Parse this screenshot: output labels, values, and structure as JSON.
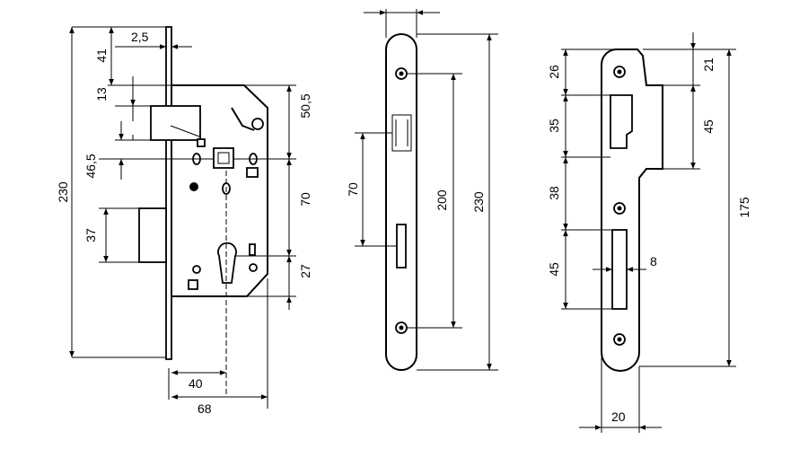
{
  "views": {
    "lock_body": {
      "dims": {
        "faceplate_thickness": "2,5",
        "top_to_latch": "41",
        "latch_height": "13",
        "latch_to_follower": "46,5",
        "deadbolt_height": "37",
        "overall_height": "230",
        "top_to_follower_right": "50,5",
        "follower_to_cylinder": "70",
        "cylinder_to_bottom": "27",
        "backset": "40",
        "depth": "68"
      }
    },
    "faceplate": {
      "dims": {
        "width_top": "",
        "spacing": "70",
        "screw_spacing": "200",
        "overall_height": "230"
      }
    },
    "strike_plate": {
      "dims": {
        "top_to_latch": "26",
        "latch_height": "35",
        "latch_to_screw": "38",
        "bolt_slot_height": "45",
        "right_top": "21",
        "right_latch": "45",
        "overall_height": "175",
        "slot_width": "8",
        "width": "20"
      }
    }
  }
}
